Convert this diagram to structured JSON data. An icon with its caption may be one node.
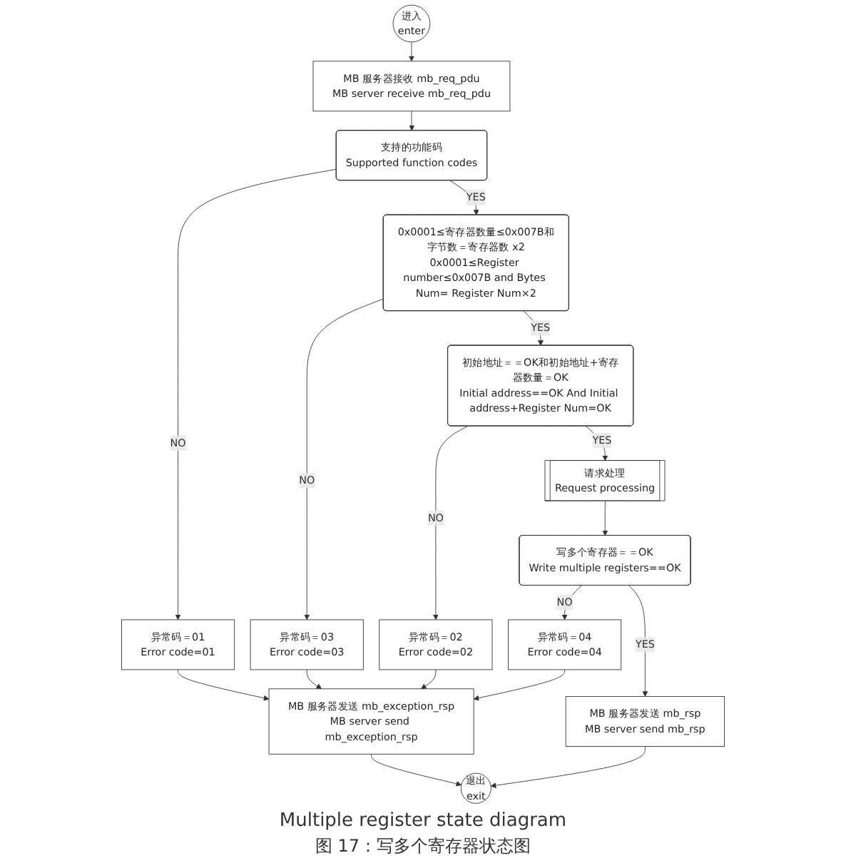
{
  "diagram": {
    "caption": "图 17：写多个寄存器状态图",
    "nodes": [
      {
        "text": [
          "进入",
          "enter"
        ]
      },
      {
        "text": [
          "MB 服务器接收 mb_req_pdu",
          "MB server receive mb_req_pdu"
        ]
      },
      {
        "text": [
          "支持的功能码",
          "Supported function codes"
        ]
      },
      {
        "text": [
          "异常码＝01",
          "Error code=01"
        ]
      },
      {
        "text": [
          "0x0001≤寄存器数量≤0x007B和字节数＝寄存器数 x2",
          "0x0001≤Register number≤0x007B and Bytes Num= Register Num×2"
        ]
      },
      {
        "text": [
          "异常码＝03",
          "Error code=03"
        ]
      },
      {
        "text": [
          "初始地址＝＝OK和初始地址+寄存器数量＝OK",
          "Initial address==OK And Initial address+Register Num=OK"
        ]
      },
      {
        "text": [
          "异常码＝02",
          "Error code=02"
        ]
      },
      {
        "text": [
          "请求处理",
          "Request processing"
        ]
      },
      {
        "text": [
          "写多个寄存器＝＝OK",
          "Write multiple registers==OK"
        ]
      },
      {
        "text": [
          "异常码＝04",
          "Error code=04"
        ]
      },
      {
        "text": [
          "MB 服务器发送 mb_rsp",
          "MB server send mb_rsp"
        ]
      },
      {
        "text": [
          "MB 服务器发送 mb_exception_rsp",
          "MB server send mb_exception_rsp"
        ]
      },
      {
        "text": [
          "退出",
          "exit"
        ]
      }
    ],
    "edges": [
      {
        "from": 0,
        "to": 1,
        "arrow": "to"
      },
      {
        "from": 1,
        "to": 2,
        "arrow": "to"
      },
      {
        "from": 2,
        "to": 3,
        "arrow": "to",
        "label": "NO"
      },
      {
        "from": 2,
        "to": 4,
        "arrow": "to",
        "label": "YES"
      },
      {
        "from": 4,
        "to": 5,
        "arrow": "to",
        "label": "NO"
      },
      {
        "from": 4,
        "to": 6,
        "arrow": "to",
        "label": "YES"
      },
      {
        "from": 6,
        "to": 7,
        "arrow": "to",
        "label": "NO"
      },
      {
        "from": 6,
        "to": 8,
        "arrow": "to",
        "label": "YES"
      },
      {
        "from": 8,
        "to": 9,
        "arrow": "to"
      },
      {
        "from": 9,
        "to": 10,
        "arrow": "to",
        "label": "NO"
      },
      {
        "from": 9,
        "to": 11,
        "arrow": "to",
        "label": "YES"
      },
      {
        "from": 3,
        "to": 12,
        "arrow": "to"
      },
      {
        "from": 5,
        "to": 12,
        "arrow": "to"
      },
      {
        "from": 7,
        "to": 12,
        "arrow": "to"
      },
      {
        "from": 10,
        "to": 12,
        "arrow": "to"
      },
      {
        "from": 11,
        "to": 13,
        "arrow": "to"
      },
      {
        "from": 12,
        "to": 13,
        "arrow": "to"
      }
    ],
    "labels": [
      "Multiple register state diagram"
    ]
  }
}
